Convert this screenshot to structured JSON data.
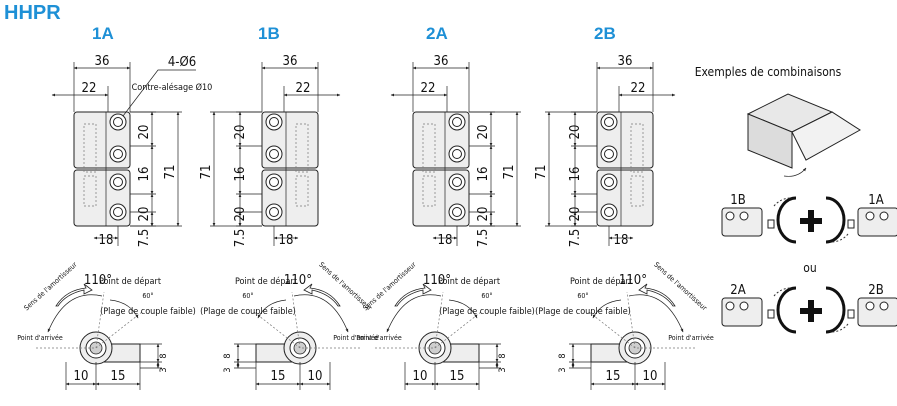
{
  "title": "HHPR",
  "variants": [
    "1A",
    "1B",
    "2A",
    "2B"
  ],
  "dims": {
    "w36": "36",
    "w22": "22",
    "h20": "20",
    "h16": "16",
    "h71": "71",
    "w18": "18",
    "h7_5": "7.5",
    "b10": "10",
    "b15": "15",
    "b8": "8",
    "b3": "3"
  },
  "holes_label": "4-Ø6",
  "counterbore_label": "Contre-alésage Ø10",
  "angle110": "110°",
  "angle60": "60°",
  "start_point": "Point de départ",
  "torque_range": "(Plage de couple faible)",
  "direction_label": "Sens de l'amortisseur",
  "stop_point": "Point d'arrivée",
  "combinations_title": "Exemples de combinaisons",
  "or_label": "ou",
  "colors": {
    "accent": "#1e90d6",
    "part": "#eeeeee",
    "line": "#222222"
  }
}
